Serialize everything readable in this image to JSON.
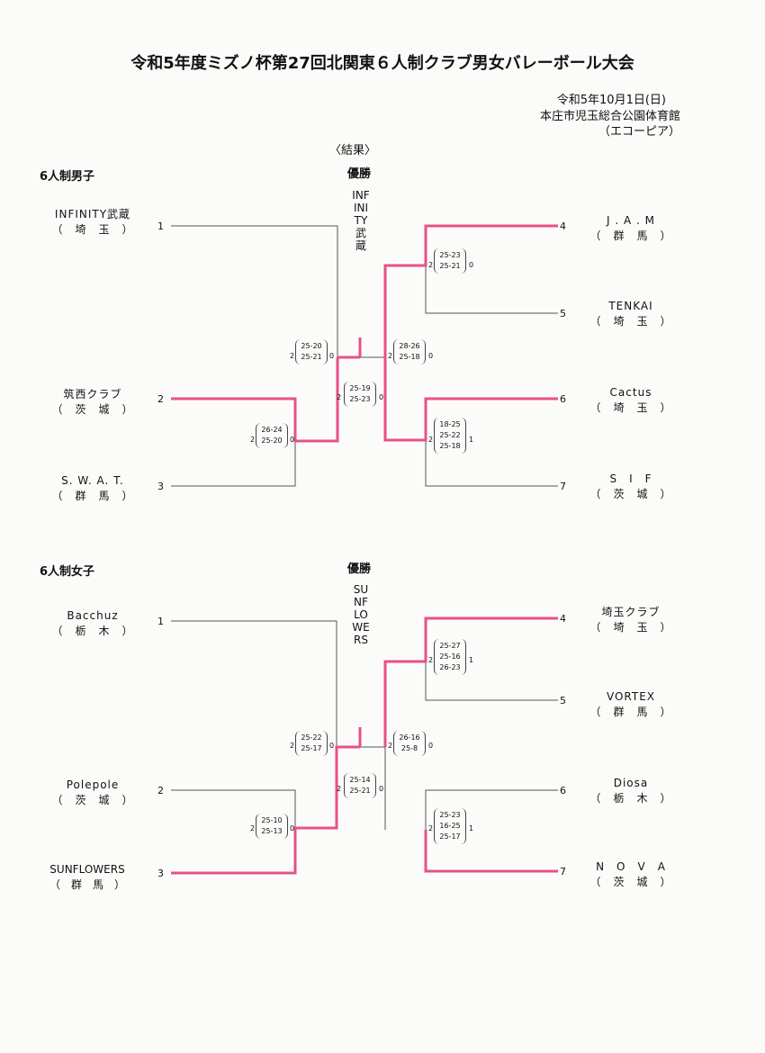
{
  "header": {
    "title": "令和5年度ミズノ杯第27回北関東６人制クラブ男女バレーボール大会",
    "date": "令和5年10月1日(日)",
    "venue_line1": "本庄市児玉総合公園体育館",
    "venue_line2": "（エコーピア）",
    "results_label": "〈結果〉"
  },
  "men": {
    "section_label": "6人制男子",
    "champion_label": "優勝",
    "champion": "INFINITY武蔵",
    "teams": [
      {
        "seed": "1",
        "name": "INFINITY武蔵",
        "pref": "（　埼　玉　）"
      },
      {
        "seed": "2",
        "name": "筑西クラブ",
        "pref": "（　茨　城　）"
      },
      {
        "seed": "3",
        "name": "S. W. A. T.",
        "pref": "（　群　馬　）"
      },
      {
        "seed": "4",
        "name": "J . A . M",
        "pref": "（　群　馬　）"
      },
      {
        "seed": "5",
        "name": "TENKAI",
        "pref": "（　埼　玉　）"
      },
      {
        "seed": "6",
        "name": "Cactus",
        "pref": "（　埼　玉　）"
      },
      {
        "seed": "7",
        "name": "S　I　F",
        "pref": "（　茨　城　）"
      }
    ],
    "matches": [
      {
        "l": "2",
        "r": "0",
        "sets": [
          "26-24",
          "25-20"
        ]
      },
      {
        "l": "2",
        "r": "0",
        "sets": [
          "25-20",
          "25-21"
        ]
      },
      {
        "l": "2",
        "r": "0",
        "sets": [
          "25-19",
          "25-23"
        ]
      },
      {
        "l": "2",
        "r": "0",
        "sets": [
          "28-26",
          "25-18"
        ]
      },
      {
        "l": "2",
        "r": "0",
        "sets": [
          "25-23",
          "25-21"
        ]
      },
      {
        "l": "2",
        "r": "1",
        "sets": [
          "18-25",
          "25-22",
          "25-18"
        ]
      }
    ]
  },
  "women": {
    "section_label": "6人制女子",
    "champion_label": "優勝",
    "champion": "SUNFLOWERS",
    "teams": [
      {
        "seed": "1",
        "name": "Bacchuz",
        "pref": "（　栃　木　）"
      },
      {
        "seed": "2",
        "name": "Polepole",
        "pref": "（　茨　城　）"
      },
      {
        "seed": "3",
        "name": "SUNFLOWERS",
        "pref": "（　群　馬　）"
      },
      {
        "seed": "4",
        "name": "埼玉クラブ",
        "pref": "（　埼　玉　）"
      },
      {
        "seed": "5",
        "name": "VORTEX",
        "pref": "（　群　馬　）"
      },
      {
        "seed": "6",
        "name": "Diosa",
        "pref": "（　栃　木　）"
      },
      {
        "seed": "7",
        "name": "N　O　V　A",
        "pref": "（　茨　城　）"
      }
    ],
    "matches": [
      {
        "l": "2",
        "r": "0",
        "sets": [
          "25-10",
          "25-13"
        ]
      },
      {
        "l": "2",
        "r": "0",
        "sets": [
          "25-22",
          "25-17"
        ]
      },
      {
        "l": "2",
        "r": "0",
        "sets": [
          "25-14",
          "25-21"
        ]
      },
      {
        "l": "2",
        "r": "0",
        "sets": [
          "26-16",
          "25-8"
        ]
      },
      {
        "l": "2",
        "r": "1",
        "sets": [
          "25-27",
          "25-16",
          "26-23"
        ]
      },
      {
        "l": "2",
        "r": "1",
        "sets": [
          "25-23",
          "16-25",
          "25-17"
        ]
      }
    ]
  },
  "colors": {
    "win_line": "#e8508a",
    "line": "#555555"
  }
}
